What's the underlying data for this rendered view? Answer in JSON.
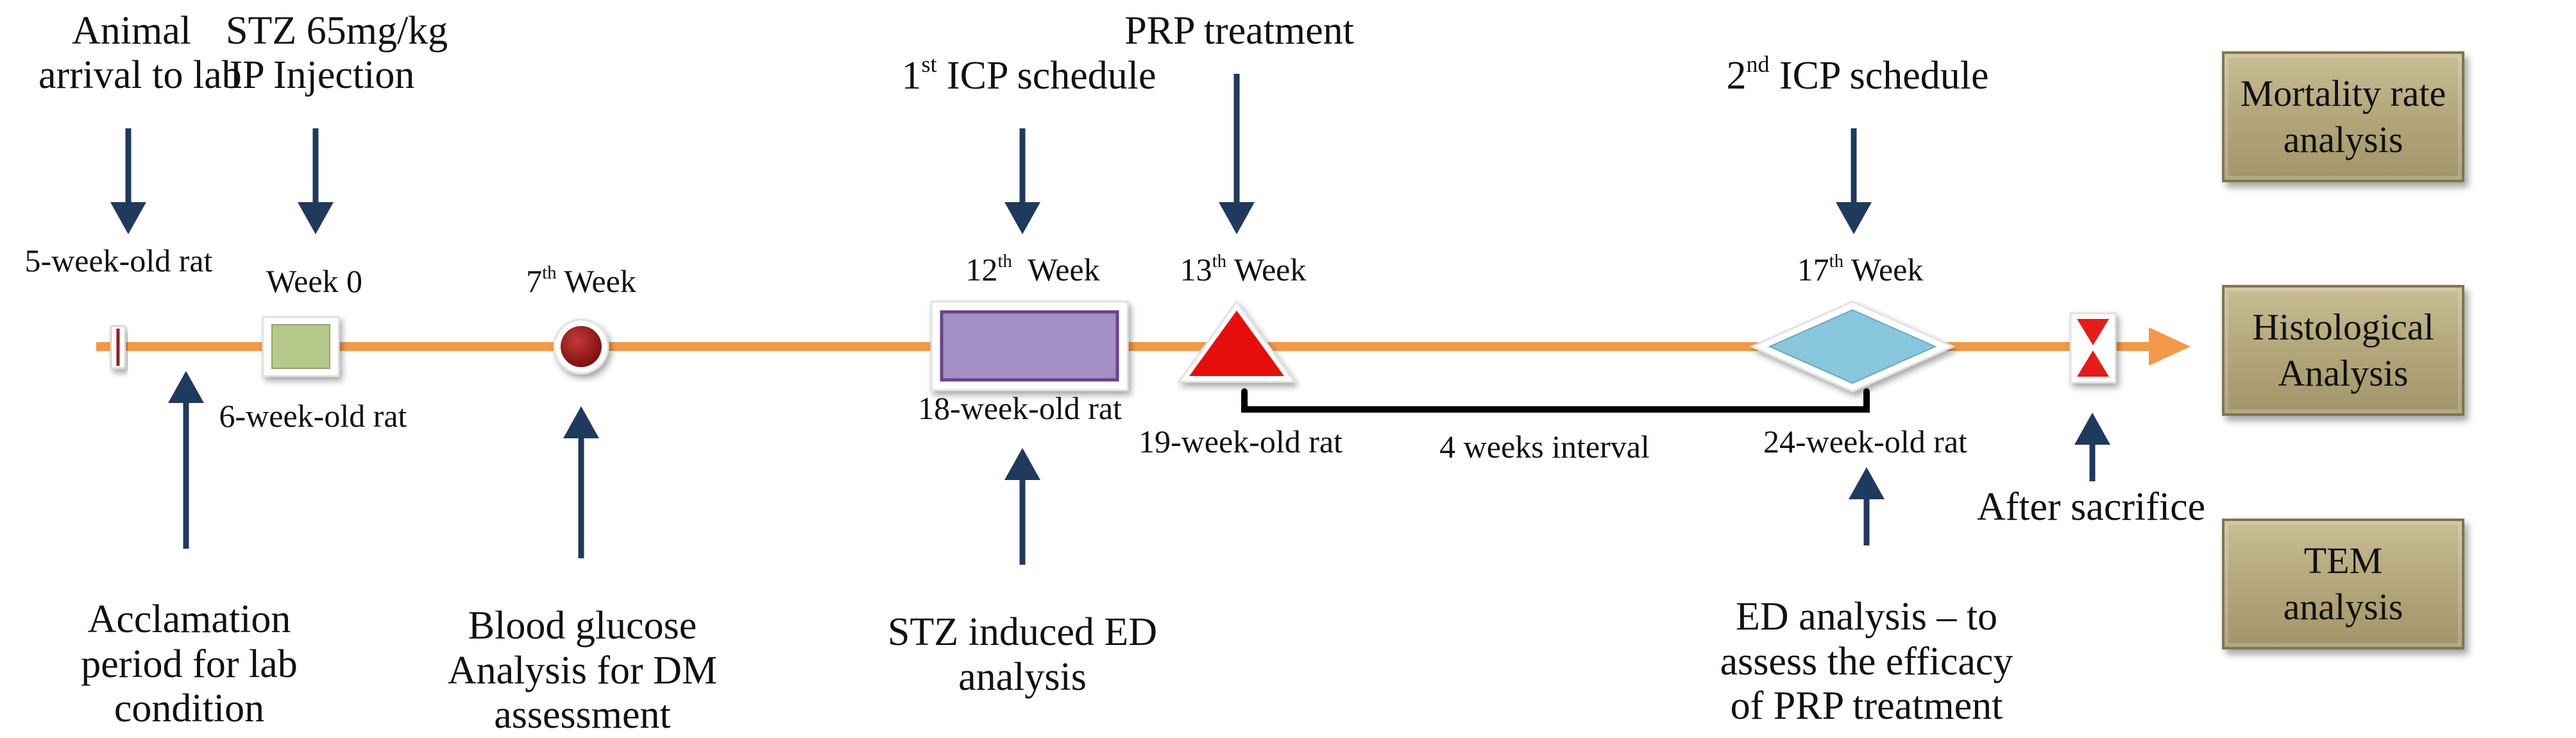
{
  "top_labels": {
    "arrival_line1": "Animal",
    "arrival_line2": "arrival to lab",
    "stz_line1": "STZ 65mg/kg",
    "stz_line2": "IP Injection",
    "icp1_sup": "st",
    "icp1_pre": "1",
    "icp1_rest": " ICP schedule",
    "prp": "PRP treatment",
    "icp2_pre": "2",
    "icp2_sup": "nd",
    "icp2_rest": " ICP schedule"
  },
  "week_labels": {
    "w5": "5-week-old rat",
    "w0": "Week 0",
    "w7_num": "7",
    "w7_sup": "th",
    "w7_rest": " Week",
    "w12_num": "12",
    "w12_sup": "th",
    "w12_rest": "  Week",
    "w13_num": "13",
    "w13_sup": "th",
    "w13_rest": " Week",
    "w17_num": "17",
    "w17_sup": "th",
    "w17_rest": " Week"
  },
  "below_labels": {
    "w6": "6-week-old rat",
    "w18": "18-week-old rat",
    "w19": "19-week-old rat",
    "interval": "4 weeks interval",
    "w24": "24-week-old rat"
  },
  "bottom_labels": {
    "acclimation": "Acclamation\nperiod for lab\ncondition",
    "glucose": "Blood glucose\nAnalysis for DM\nassessment",
    "stz_ed": "STZ induced ED\nanalysis",
    "ed_analysis": "ED analysis – to\nassess the efficacy\nof PRP treatment",
    "sacrifice": "After sacrifice"
  },
  "boxes": {
    "mortality": "Mortality rate\nanalysis",
    "histology": "Histological\nAnalysis",
    "tem": "TEM\nanalysis"
  },
  "colors": {
    "timeline": "#f29a4a",
    "arrow": "#1f3a5c",
    "week0_marker": "#b6c98a",
    "week7_marker": "#9b1b1b",
    "week12_marker": "#a48fc4",
    "week13_marker": "#e60f0f",
    "week17_marker": "#88c6dc",
    "sacrifice_marker": "#e31b1b",
    "box_fill": "#b4a87c"
  }
}
